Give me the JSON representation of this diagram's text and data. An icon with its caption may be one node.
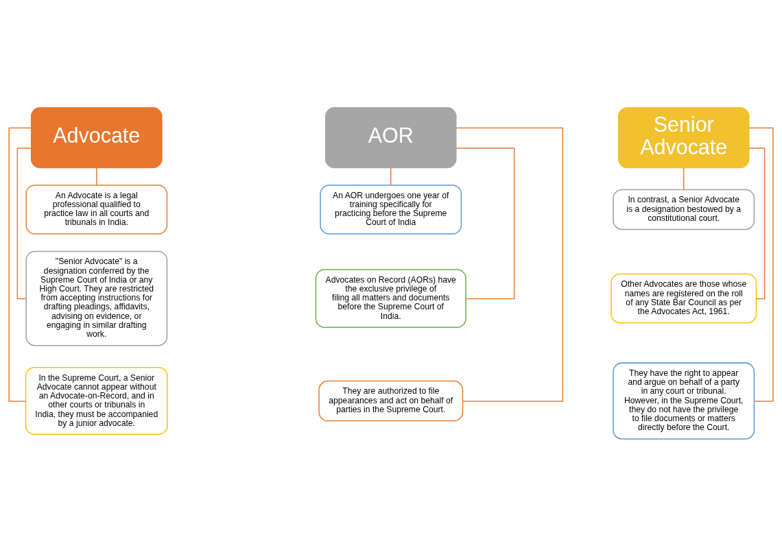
{
  "diagram": {
    "nodes": [
      {
        "text": [
          "Advocate"
        ]
      },
      {
        "text": [
          "An Advocate is a legal professional qualified to practice law in all courts and tribunals in India."
        ]
      },
      {
        "text": [
          "\"Senior Advocate\" is a designation conferred by the Supreme Court of India or any High Court. They are restricted from accepting instructions for drafting pleadings, affidavits, advising on evidence, or engaging in similar drafting work."
        ]
      },
      {
        "text": [
          "In the Supreme Court, a Senior Advocate cannot appear without an Advocate-on-Record, and in other courts or tribunals in India, they must be accompanied by a junior advocate."
        ]
      },
      {
        "text": [
          "AOR"
        ]
      },
      {
        "text": [
          "An AOR undergoes one year of training specifically for practicing before the Supreme Court of India"
        ]
      },
      {
        "text": [
          "Advocates on Record (AORs) have the exclusive privilege of filing all matters and documents before the Supreme Court of India."
        ]
      },
      {
        "text": [
          "They are authorized to file appearances and act on behalf of parties in the Supreme Court."
        ]
      },
      {
        "text": [
          "Senior Advocate"
        ]
      },
      {
        "text": [
          "In contrast, a Senior Advocate is a designation bestowed by a constitutional court."
        ]
      },
      {
        "text": [
          "Other Advocates are those whose names are registered on the roll of any State Bar Council as per the Advocates Act, 1961."
        ]
      },
      {
        "text": [
          "They have the right to appear and argue on behalf of a party in any court or tribunal. However, in the Supreme Court, they do not have the privilege to file documents or matters directly before the Court."
        ]
      }
    ],
    "edges": [
      {
        "from": 0,
        "to": 1,
        "arrow": "none"
      },
      {
        "from": 0,
        "to": 2,
        "arrow": "none"
      },
      {
        "from": 0,
        "to": 3,
        "arrow": "none"
      },
      {
        "from": 4,
        "to": 5,
        "arrow": "none"
      },
      {
        "from": 4,
        "to": 6,
        "arrow": "none"
      },
      {
        "from": 4,
        "to": 7,
        "arrow": "none"
      },
      {
        "from": 8,
        "to": 9,
        "arrow": "none"
      },
      {
        "from": 8,
        "to": 10,
        "arrow": "none"
      },
      {
        "from": 8,
        "to": 11,
        "arrow": "none"
      }
    ]
  }
}
